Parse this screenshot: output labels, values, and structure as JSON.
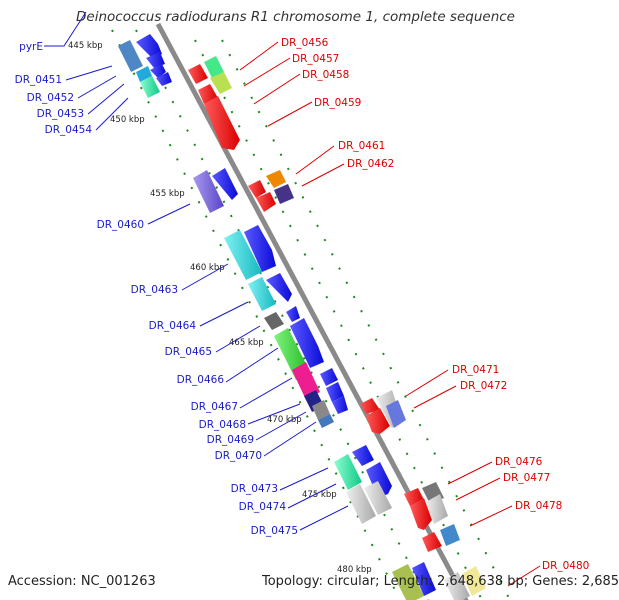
{
  "title": "Deinococcus radiodurans R1 chromosome 1, complete sequence",
  "footer": {
    "accession": "Accession: NC_001263",
    "summary": "Topology: circular; Length: 2,648,638 bp; Genes: 2,685"
  },
  "scale_labels": [
    "445 kbp",
    "450 kbp",
    "455 kbp",
    "460 kbp",
    "465 kbp",
    "470 kbp",
    "475 kbp",
    "480 kbp"
  ],
  "left_genes": [
    "pyrE",
    "DR_0451",
    "DR_0452",
    "DR_0453",
    "DR_0454",
    "DR_0460",
    "DR_0463",
    "DR_0464",
    "DR_0465",
    "DR_0466",
    "DR_0467",
    "DR_0468",
    "DR_0469",
    "DR_0470",
    "DR_0473",
    "DR_0474",
    "DR_0475"
  ],
  "right_genes": [
    "DR_0456",
    "DR_0457",
    "DR_0458",
    "DR_0459",
    "DR_0461",
    "DR_0462",
    "DR_0471",
    "DR_0472",
    "DR_0476",
    "DR_0477",
    "DR_0478",
    "DR_0480"
  ],
  "colors": {
    "backbone": "#8a8a8a",
    "left_label": "#1a1acc",
    "right_label": "#dd0000",
    "forward_strand": "#1414e6",
    "reverse_strand": "#ee0000",
    "ticks": "#1a8a1a"
  }
}
